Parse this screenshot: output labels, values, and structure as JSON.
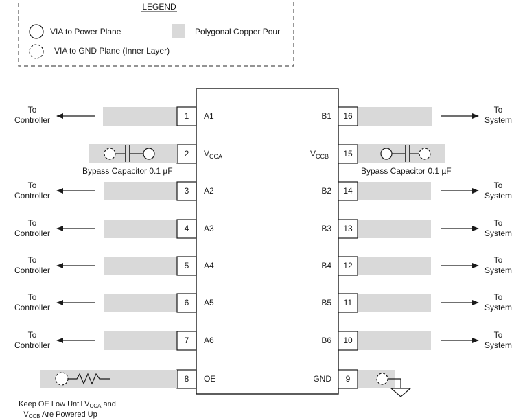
{
  "legend": {
    "title": "LEGEND",
    "power_via_label": "VIA to Power Plane",
    "copper_pour_label": "Polygonal Copper Pour",
    "gnd_via_label": "VIA to GND Plane (Inner Layer)"
  },
  "left_pins": [
    {
      "num": "1",
      "name": "A1",
      "sub": "",
      "dest_line1": "To",
      "dest_line2": "Controller"
    },
    {
      "num": "2",
      "name": "V",
      "sub": "CCA",
      "dest_line1": "",
      "dest_line2": ""
    },
    {
      "num": "3",
      "name": "A2",
      "sub": "",
      "dest_line1": "To",
      "dest_line2": "Controller"
    },
    {
      "num": "4",
      "name": "A3",
      "sub": "",
      "dest_line1": "To",
      "dest_line2": "Controller"
    },
    {
      "num": "5",
      "name": "A4",
      "sub": "",
      "dest_line1": "To",
      "dest_line2": "Controller"
    },
    {
      "num": "6",
      "name": "A5",
      "sub": "",
      "dest_line1": "To",
      "dest_line2": "Controller"
    },
    {
      "num": "7",
      "name": "A6",
      "sub": "",
      "dest_line1": "To",
      "dest_line2": "Controller"
    },
    {
      "num": "8",
      "name": "OE",
      "sub": "",
      "dest_line1": "",
      "dest_line2": ""
    }
  ],
  "right_pins": [
    {
      "num": "16",
      "name": "B1",
      "sub": "",
      "dest_line1": "To",
      "dest_line2": "System"
    },
    {
      "num": "15",
      "name": "V",
      "sub": "CCB",
      "dest_line1": "",
      "dest_line2": ""
    },
    {
      "num": "14",
      "name": "B2",
      "sub": "",
      "dest_line1": "To",
      "dest_line2": "System"
    },
    {
      "num": "13",
      "name": "B3",
      "sub": "",
      "dest_line1": "To",
      "dest_line2": "System"
    },
    {
      "num": "12",
      "name": "B4",
      "sub": "",
      "dest_line1": "To",
      "dest_line2": "System"
    },
    {
      "num": "11",
      "name": "B5",
      "sub": "",
      "dest_line1": "To",
      "dest_line2": "System"
    },
    {
      "num": "10",
      "name": "B6",
      "sub": "",
      "dest_line1": "To",
      "dest_line2": "System"
    },
    {
      "num": "9",
      "name": "GND",
      "sub": "",
      "dest_line1": "",
      "dest_line2": ""
    }
  ],
  "bypass_left_label": "Bypass Capacitor 0.1 µF",
  "bypass_right_label": "Bypass Capacitor 0.1 µF",
  "note": {
    "line1_a": "Keep OE Low Until V",
    "line1_sub": "CCA",
    "line1_b": " and",
    "line2_a": "V",
    "line2_sub": "CCB",
    "line2_b": " Are Powered Up"
  },
  "colors": {
    "pour": "#d9d9d9",
    "line": "#1a1a1a"
  }
}
